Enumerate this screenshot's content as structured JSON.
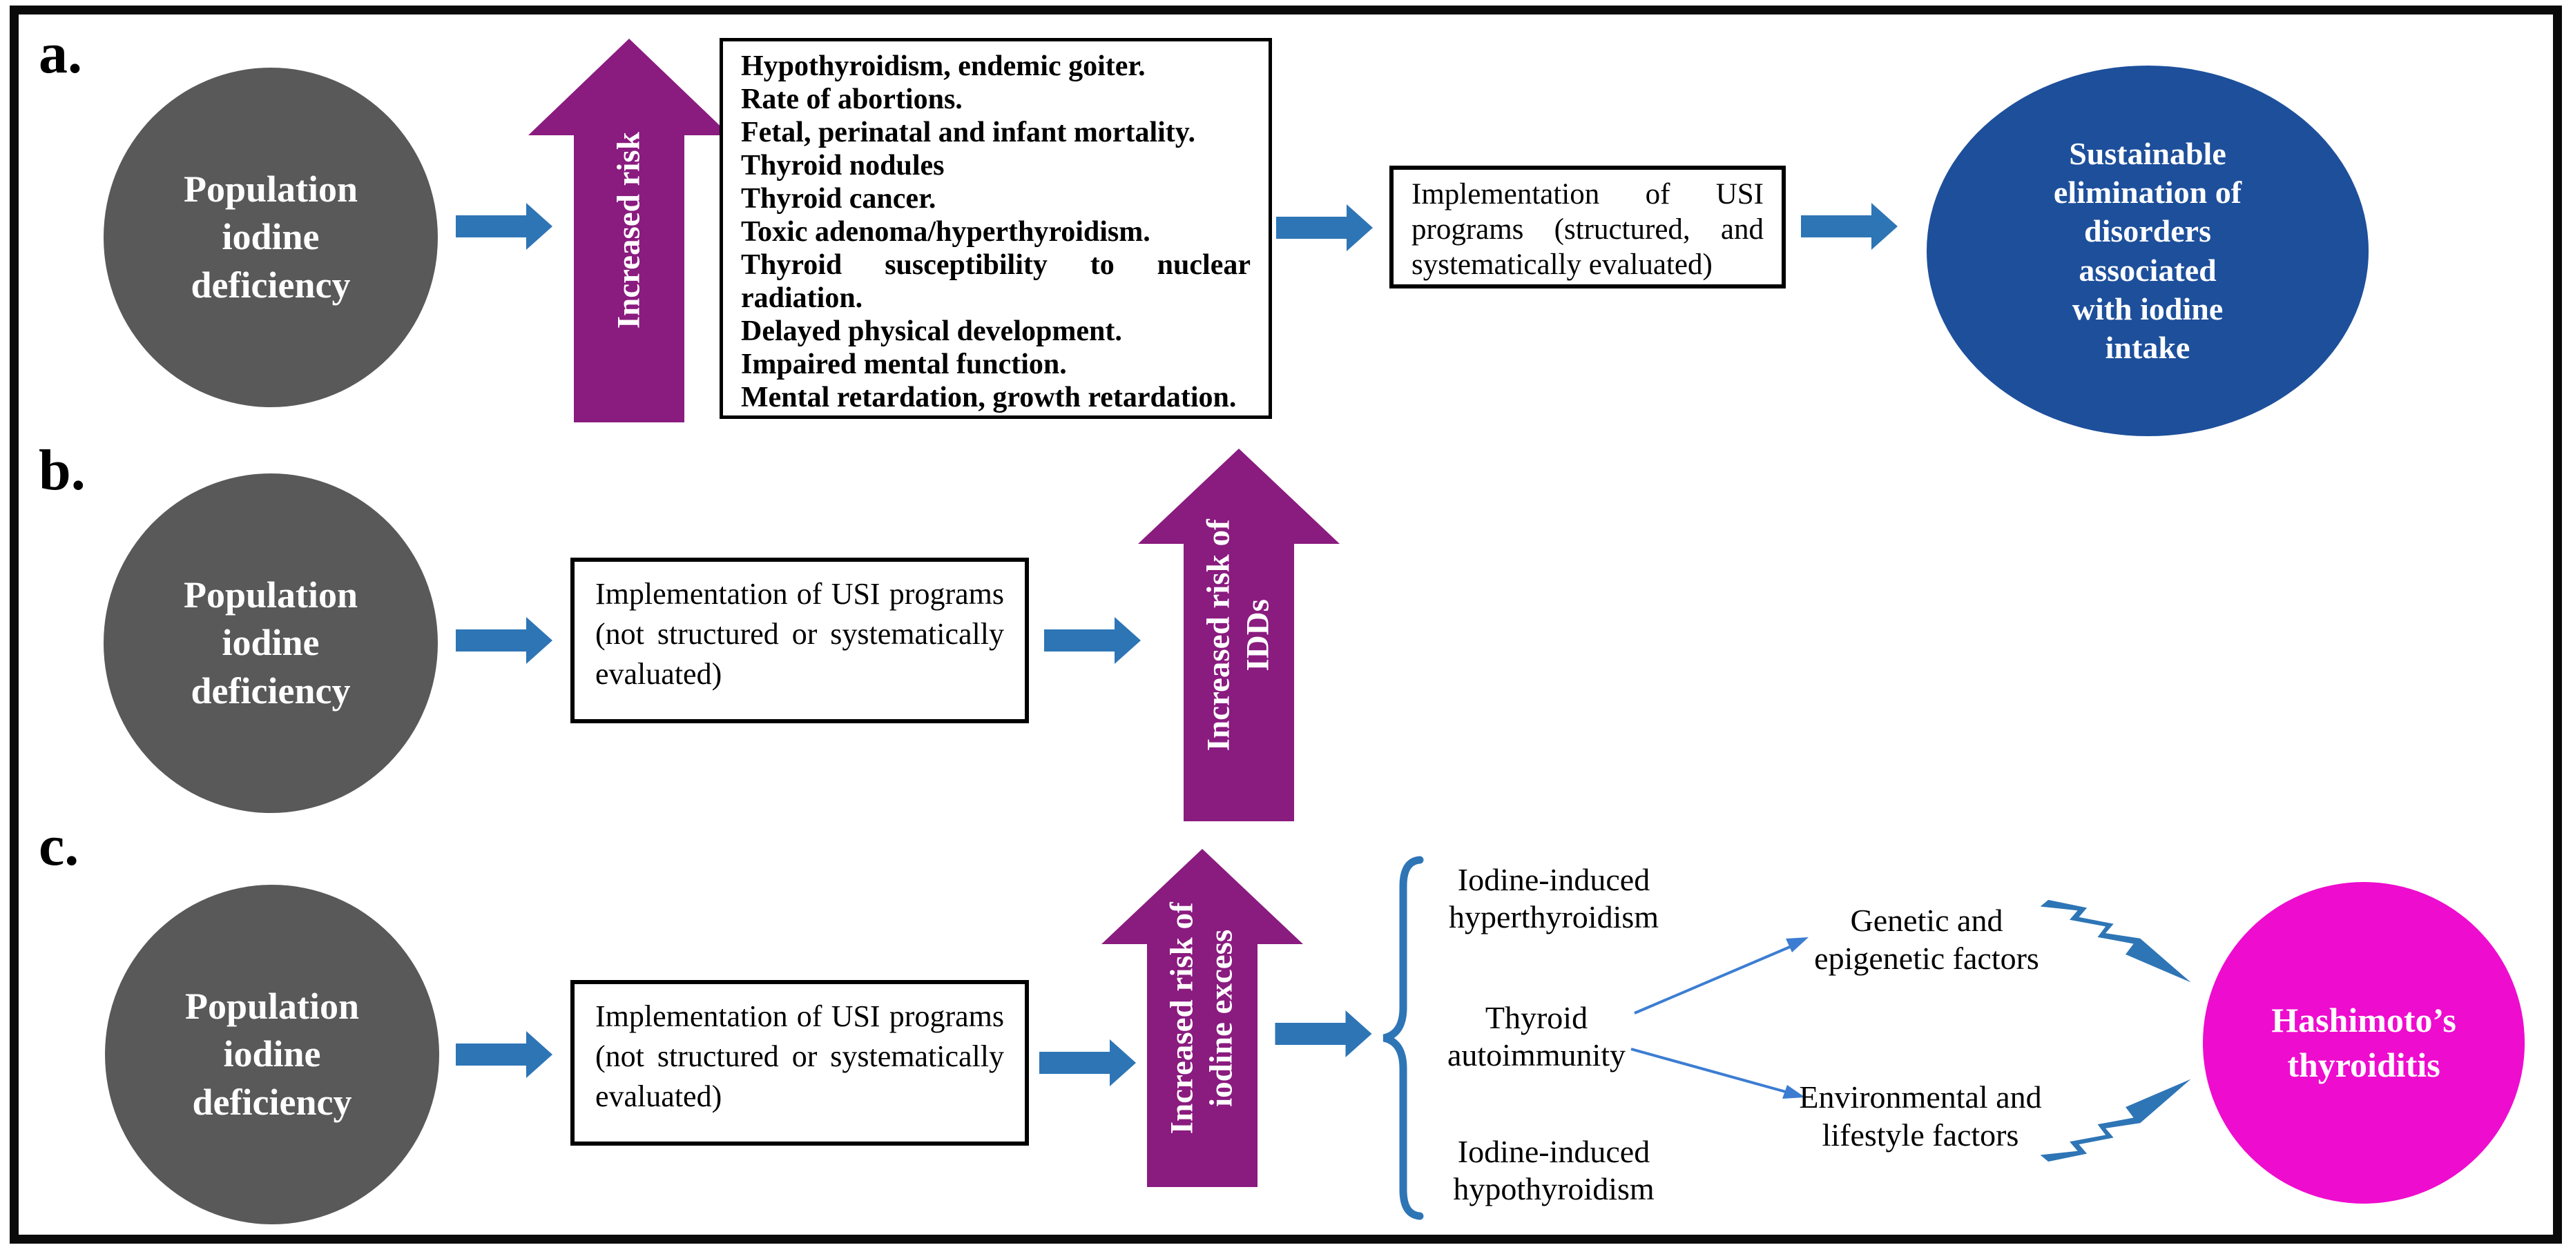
{
  "colors": {
    "source_circle_gray": "#595959",
    "flow_arrow_blue": "#2E75B6",
    "risk_arrow_purple": "#8A1B7F",
    "outcome_circle_blue": "#1D4F9B",
    "outcome_circle_magenta": "#EE0CCE",
    "thin_arrow_blue": "#3C7DD2",
    "bracket_blue": "#2E75B6",
    "border_black": "#0a0a0a"
  },
  "panels": {
    "a": {
      "label": "a.",
      "source_circle": "Population\niodine\ndeficiency",
      "risk_arrow": "Increased risk",
      "disorders_box": {
        "lines": [
          "Hypothyroidism, endemic goiter.",
          "Rate of abortions.",
          "Fetal, perinatal and infant mortality.",
          "Thyroid nodules",
          "Thyroid cancer.",
          "Toxic adenoma/hyperthyroidism.",
          "Thyroid susceptibility to nuclear",
          "radiation.",
          "Delayed physical development.",
          "Impaired mental function.",
          "Mental retardation, growth retardation."
        ]
      },
      "usi_box": {
        "lines": [
          "Implementation of USI",
          "programs (structured, and",
          "systematically evaluated)"
        ]
      },
      "outcome_circle": "Sustainable\nelimination of\ndisorders\nassociated\nwith iodine\nintake"
    },
    "b": {
      "label": "b.",
      "source_circle": "Population\niodine\ndeficiency",
      "usi_box": {
        "lines": [
          "Implementation of USI programs",
          "(not structured or systematically",
          "evaluated)"
        ]
      },
      "risk_arrow": "Increased risk of\nIDDs"
    },
    "c": {
      "label": "c.",
      "source_circle": "Population\niodine\ndeficiency",
      "usi_box": {
        "lines": [
          "Implementation of USI programs",
          "(not structured or systematically",
          "evaluated)"
        ]
      },
      "risk_arrow": "Increased risk of\niodine excess",
      "outcomes": {
        "top": "Iodine-induced\nhyperthyroidism",
        "middle": "Thyroid\nautoimmunity",
        "bottom": "Iodine-induced\nhypothyroidism"
      },
      "factors": {
        "genetic": "Genetic and\nepigenetic factors",
        "environmental": "Environmental and\nlifestyle factors"
      },
      "outcome_circle": "Hashimoto’s\nthyroiditis"
    }
  }
}
